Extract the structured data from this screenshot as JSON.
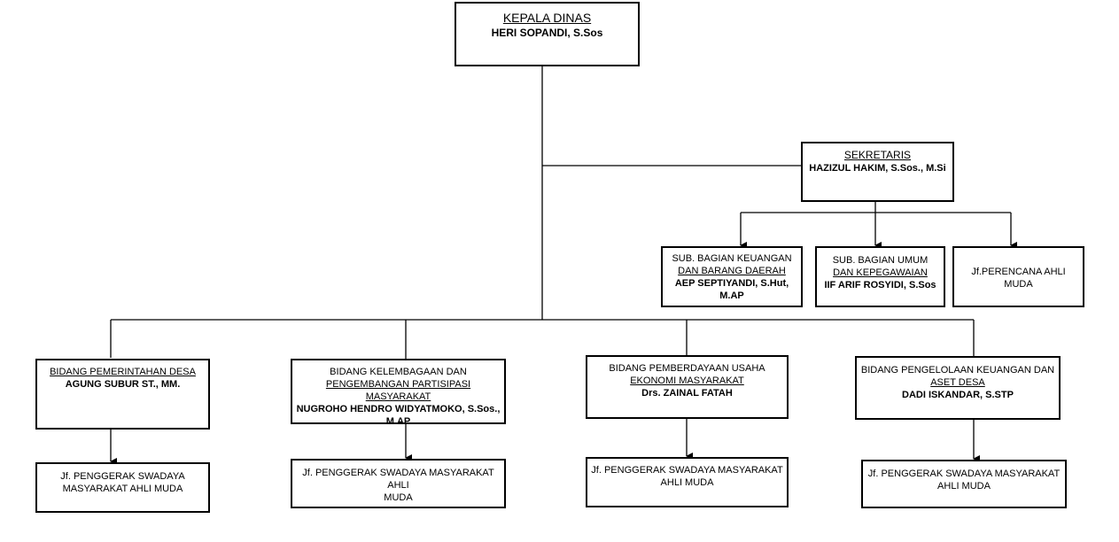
{
  "kepala": {
    "title": "KEPALA DINAS",
    "name": "HERI SOPANDI, S.Sos"
  },
  "sekretaris": {
    "title": "SEKRETARIS",
    "name": "HAZIZUL HAKIM, S.Sos., M.Si"
  },
  "sub_keuangan": {
    "line1": "SUB. BAGIAN KEUANGAN",
    "line2": "DAN BARANG DAERAH",
    "name1": "AEP SEPTIYANDI, S.Hut,",
    "name2": "M.AP"
  },
  "sub_umum": {
    "line1": "SUB. BAGIAN UMUM",
    "line2": "DAN KEPEGAWAIAN",
    "name": "IIF ARIF ROSYIDI, S.Sos"
  },
  "jf_perencana": {
    "line1": "Jf.PERENCANA AHLI",
    "line2": "MUDA"
  },
  "bidang_pemerintahan": {
    "line1": "BIDANG PEMERINTAHAN DESA",
    "name": "AGUNG SUBUR ST., MM."
  },
  "bidang_kelembagaan": {
    "line1": "BIDANG KELEMBAGAAN DAN",
    "line2": "PENGEMBANGAN PARTISIPASI MASYARAKAT",
    "name1": "NUGROHO HENDRO WIDYATMOKO, S.Sos.,",
    "name2": "M.AP"
  },
  "bidang_pemberdayaan": {
    "line1": "BIDANG PEMBERDAYAAN USAHA",
    "line2": "EKONOMI MASYARAKAT",
    "name": "Drs. ZAINAL FATAH"
  },
  "bidang_pengelolaan": {
    "line1": "BIDANG PENGELOLAAN KEUANGAN DAN",
    "line2": "ASET DESA",
    "name": "DADI ISKANDAR, S.STP"
  },
  "jf_boxes": [
    {
      "line1": "Jf. PENGGERAK SWADAYA",
      "line2": "MASYARAKAT AHLI MUDA"
    },
    {
      "line1": "Jf. PENGGERAK SWADAYA MASYARAKAT AHLI",
      "line2": "MUDA"
    },
    {
      "line1": "Jf. PENGGERAK SWADAYA MASYARAKAT",
      "line2": "AHLI MUDA"
    },
    {
      "line1": "Jf. PENGGERAK SWADAYA MASYARAKAT",
      "line2": "AHLI MUDA"
    }
  ]
}
